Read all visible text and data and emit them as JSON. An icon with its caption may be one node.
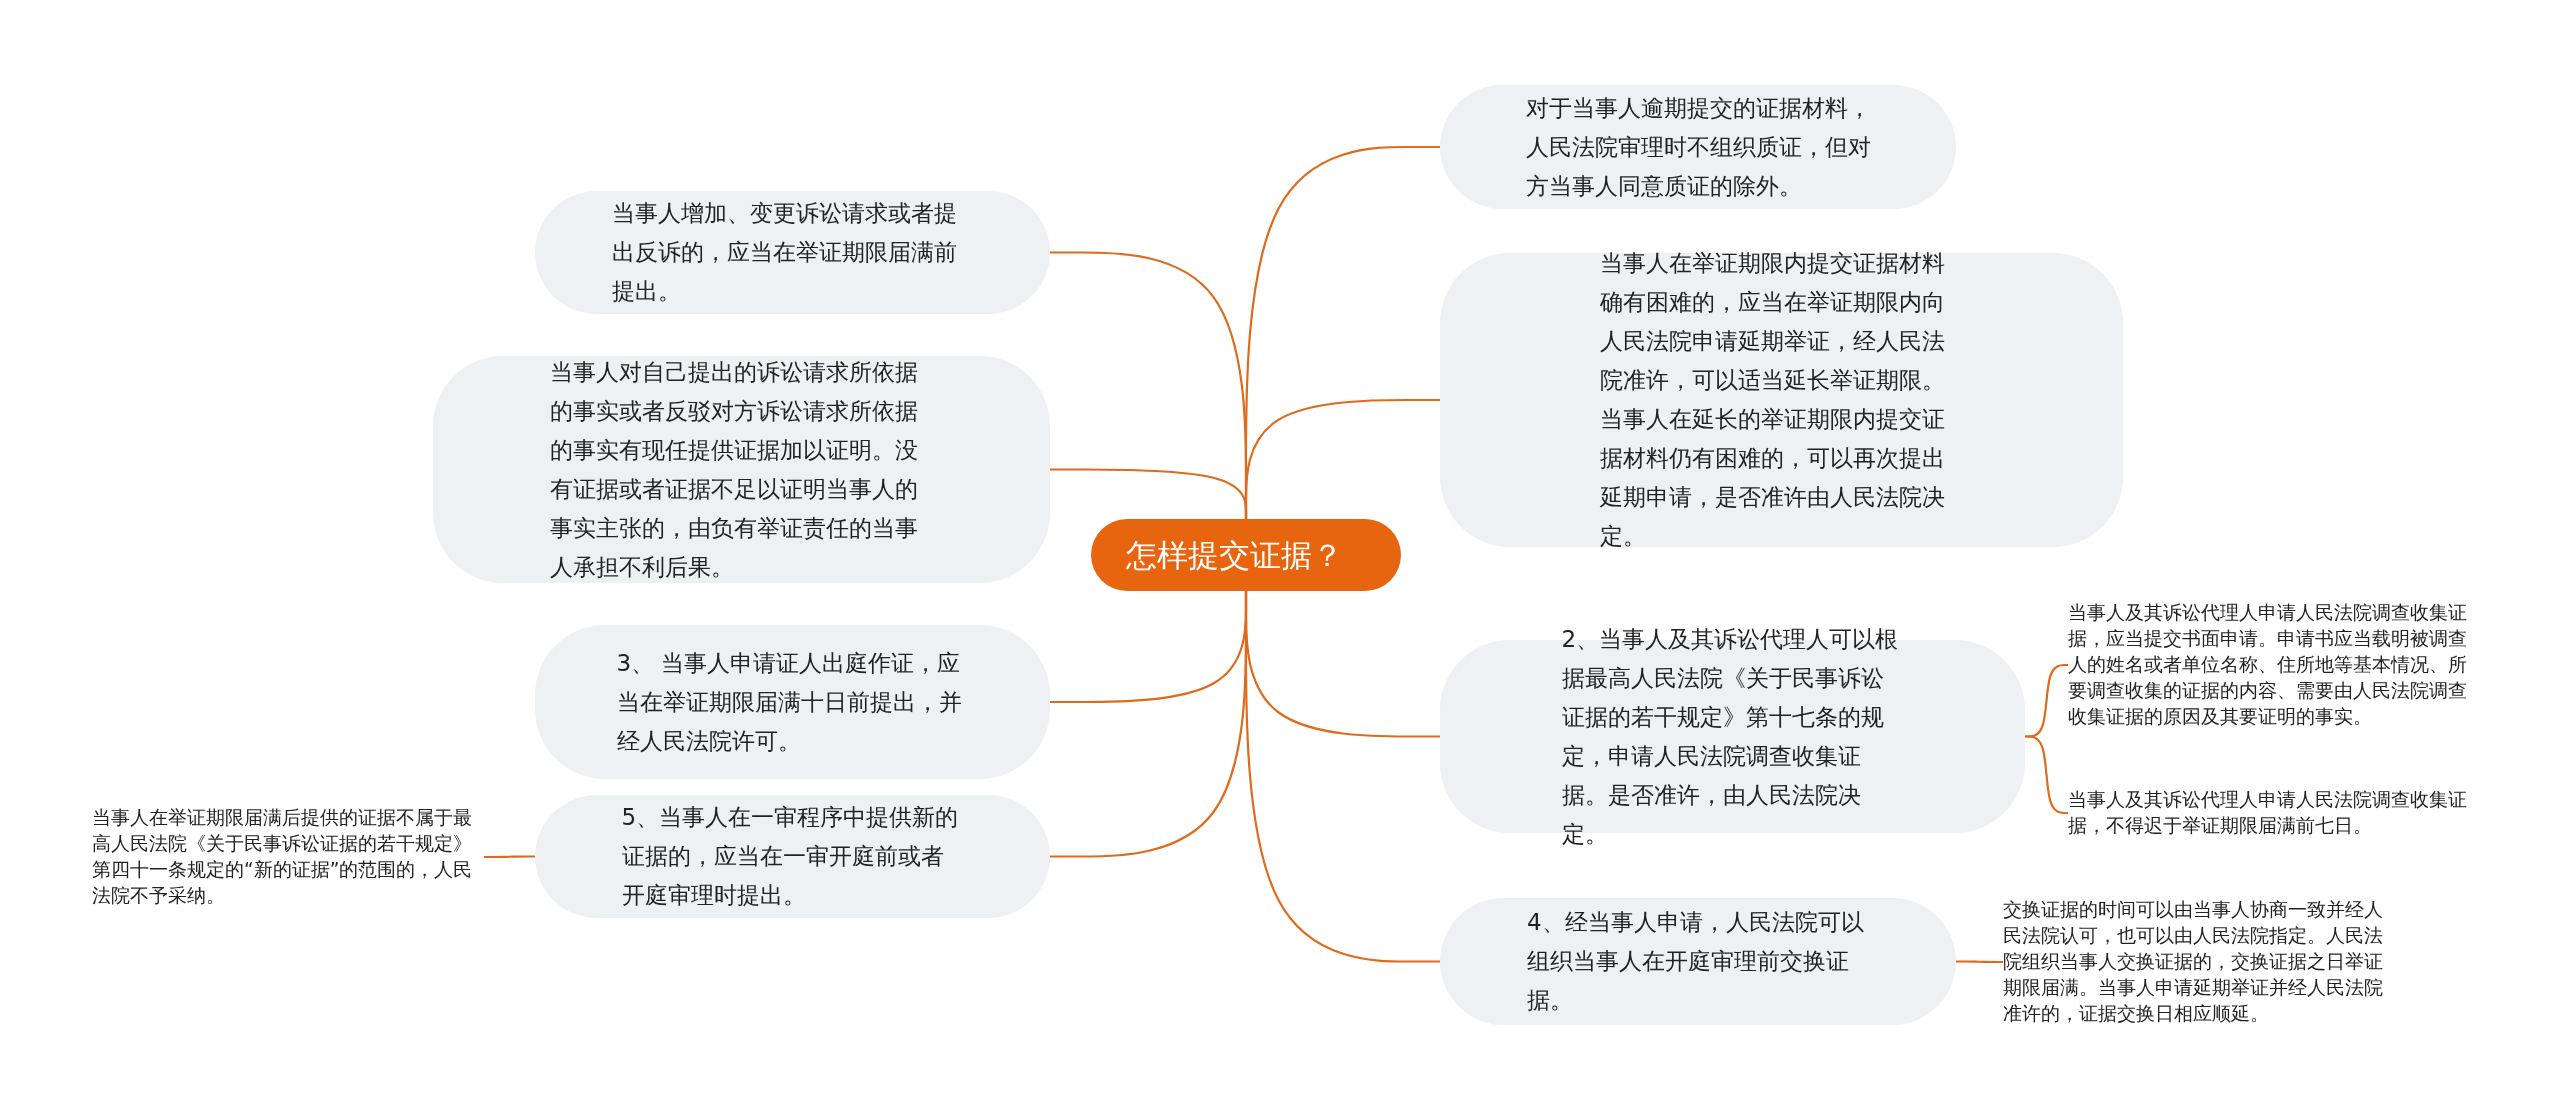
{
  "diagram": {
    "nodes": [
      {
        "text": [
          "怎样提交证据？"
        ]
      },
      {
        "text": [
          "当事人增加、变更诉讼请求或者提出反诉的，应当在举证期限届满前提出。"
        ]
      },
      {
        "text": [
          "当事人对自己提出的诉讼请求所依据的事实或者反驳对方诉讼请求所依据的事实有现任提供证据加以证明。没有证据或者证据不足以证明当事人的事实主张的，由负有举证责任的当事人承担不利后果。"
        ]
      },
      {
        "text": [
          "3、 当事人申请证人出庭作证，应当在举证期限届满十日前提出，并经人民法院许可。"
        ]
      },
      {
        "text": [
          "5、当事人在一审程序中提供新的证据的，应当在一审开庭前或者开庭审理时提出。"
        ]
      },
      {
        "text": [
          "当事人在举证期限届满后提供的证据不属于最高人民法院《关于民事诉讼证据的若干规定》第四十一条规定的“新的证据”的范围的，人民法院不予采纳。"
        ]
      },
      {
        "text": [
          "对于当事人逾期提交的证据材料，人民法院审理时不组织质证，但对方当事人同意质证的除外。"
        ]
      },
      {
        "text": [
          "当事人在举证期限内提交证据材料确有困难的，应当在举证期限内向人民法院申请延期举证，经人民法院准许，可以适当延长举证期限。当事人在延长的举证期限内提交证据材料仍有困难的，可以再次提出延期申请，是否准许由人民法院决定。"
        ]
      },
      {
        "text": [
          "2、当事人及其诉讼代理人可以根据最高人民法院《关于民事诉讼证据的若干规定》第十七条的规定，申请人民法院调查收集证据。是否准许，由人民法院决定。"
        ]
      },
      {
        "text": [
          "当事人及其诉讼代理人申请人民法院调查收集证据，应当提交书面申请。申请书应当载明被调查人的姓名或者单位名称、住所地等基本情况、所要调查收集的证据的内容、需要由人民法院调查收集证据的原因及其要证明的事实。"
        ]
      },
      {
        "text": [
          "当事人及其诉讼代理人申请人民法院调查收集证据，不得迟于举证期限届满前七日。"
        ]
      },
      {
        "text": [
          "4、经当事人申请，人民法院可以组织当事人在开庭审理前交换证据。"
        ]
      },
      {
        "text": [
          "交换证据的时间可以由当事人协商一致并经人民法院认可，也可以由人民法院指定。人民法院组织当事人交换证据的，交换证据之日举证期限届满。当事人申请延期举证并经人民法院准许的，证据交换日相应顺延。"
        ]
      }
    ],
    "edges": [
      {
        "from": 0,
        "to": 1,
        "arrow": "none"
      },
      {
        "from": 0,
        "to": 2,
        "arrow": "none"
      },
      {
        "from": 0,
        "to": 3,
        "arrow": "none"
      },
      {
        "from": 0,
        "to": 4,
        "arrow": "none"
      },
      {
        "from": 4,
        "to": 5,
        "arrow": "none"
      },
      {
        "from": 0,
        "to": 6,
        "arrow": "none"
      },
      {
        "from": 0,
        "to": 7,
        "arrow": "none"
      },
      {
        "from": 0,
        "to": 8,
        "arrow": "none"
      },
      {
        "from": 8,
        "to": 9,
        "arrow": "none"
      },
      {
        "from": 8,
        "to": 10,
        "arrow": "none"
      },
      {
        "from": 0,
        "to": 11,
        "arrow": "none"
      },
      {
        "from": 11,
        "to": 12,
        "arrow": "none"
      }
    ]
  }
}
